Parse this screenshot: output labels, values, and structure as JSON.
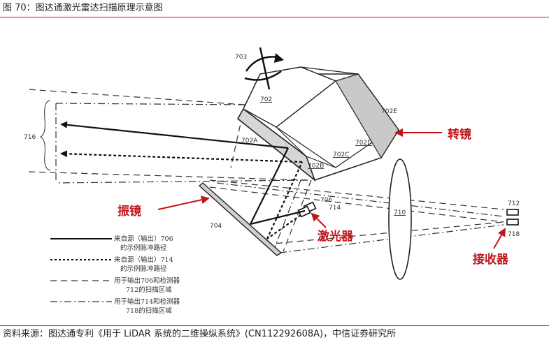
{
  "figure": {
    "title": "图 70：图达通激光雷达扫描原理示意图",
    "source": "资料来源：图达通专利《用于 LiDAR 系统的二维操纵系统》(CN112292608A)，中信证券研究所"
  },
  "labels": {
    "n703": "703",
    "n702": "702",
    "n702A": "702A",
    "n702B": "702B",
    "n702C": "702C",
    "n702D": "702D",
    "n702E": "702E",
    "n716": "716",
    "n704": "704",
    "n706": "706",
    "n714": "714",
    "n710": "710",
    "n712": "712",
    "n718": "718"
  },
  "callouts": {
    "polygon_mirror": "转镜",
    "galvo_mirror": "振镜",
    "laser": "激光器",
    "receiver": "接收器"
  },
  "legend": [
    {
      "style": "solid",
      "line1": "来自源（输出）706",
      "line2": "的示例脉冲路径"
    },
    {
      "style": "dotted",
      "line1": "来自源（输出）714",
      "line2": "的示例脉冲路径"
    },
    {
      "style": "dashed",
      "line1": "用于输出706和检测器",
      "line2": "712的扫描区域"
    },
    {
      "style": "dashdot",
      "line1": "用于输出714和检测器",
      "line2": "718的扫描区域"
    }
  ],
  "colors": {
    "accent_red": "#c0151b",
    "rule": "#b0201a",
    "line": "#111111"
  }
}
